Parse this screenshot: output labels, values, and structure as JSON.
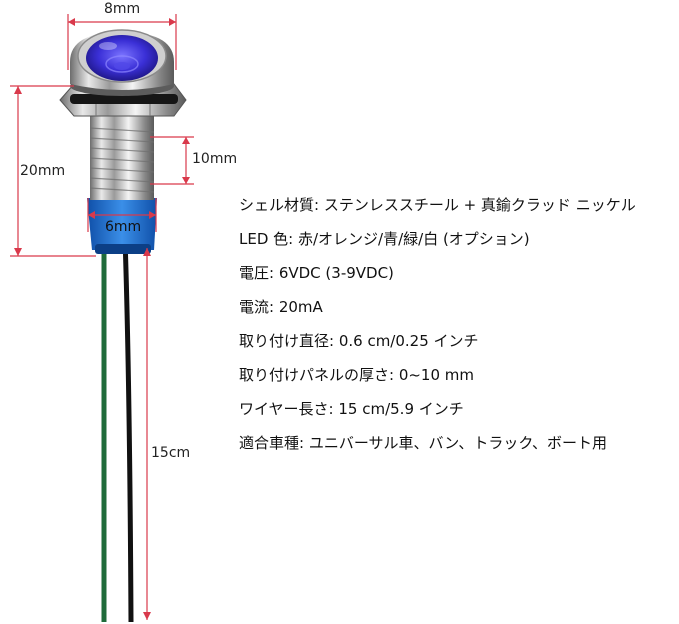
{
  "dimensions": {
    "top_width": "8mm",
    "body_height": "20mm",
    "thread_length": "10mm",
    "thread_width": "6mm",
    "wire_length": "15cm"
  },
  "specs": [
    "シェル材質: ステンレススチール + 真鍮クラッド ニッケル",
    "LED 色: 赤/オレンジ/青/緑/白 (オプション)",
    "電圧: 6VDC (3-9VDC)",
    "電流: 20mA",
    "取り付け直径: 0.6 cm/0.25 インチ",
    "取り付けパネルの厚さ: 0~10 mm",
    "ワイヤー長さ: 15 cm/5.9 インチ",
    "適合車種: ユニバーサル車、バン、トラック、ボート用"
  ],
  "colors": {
    "dimension_line": "#d9394b",
    "led_lens": "#3a2fd6",
    "cap_blue": "#1f6fd0",
    "wire_green": "#1f6b3a",
    "wire_black": "#111111"
  }
}
